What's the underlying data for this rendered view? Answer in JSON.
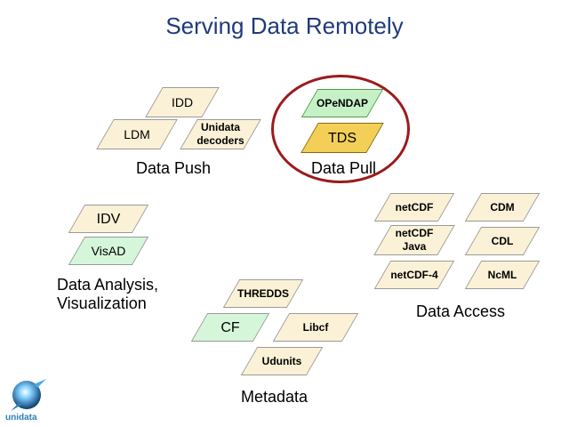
{
  "title": "Serving Data Remotely",
  "groups": {
    "data_push": {
      "label": "Data Push",
      "items": [
        "IDD",
        "LDM",
        "Unidata\ndecoders"
      ]
    },
    "data_pull": {
      "label": "Data Pull",
      "items": [
        "OPeNDAP",
        "TDS"
      ]
    },
    "analysis": {
      "label_line1": "Data Analysis,",
      "label_line2": "Visualization",
      "items": [
        "IDV",
        "VisAD"
      ]
    },
    "metadata": {
      "label": "Metadata",
      "items": [
        "THREDDS",
        "CF",
        "Libcf",
        "Udunits"
      ]
    },
    "data_access": {
      "label": "Data Access",
      "items": [
        "netCDF",
        "CDM",
        "netCDF\nJava",
        "CDL",
        "netCDF-4",
        "NcML"
      ]
    }
  },
  "logo": {
    "icon": "unidata-globe-icon",
    "text": "unidata"
  },
  "colors": {
    "title": "#1f3a7a",
    "highlight_ring": "#9b1b1b",
    "tds_fill": "#f3cf58"
  }
}
